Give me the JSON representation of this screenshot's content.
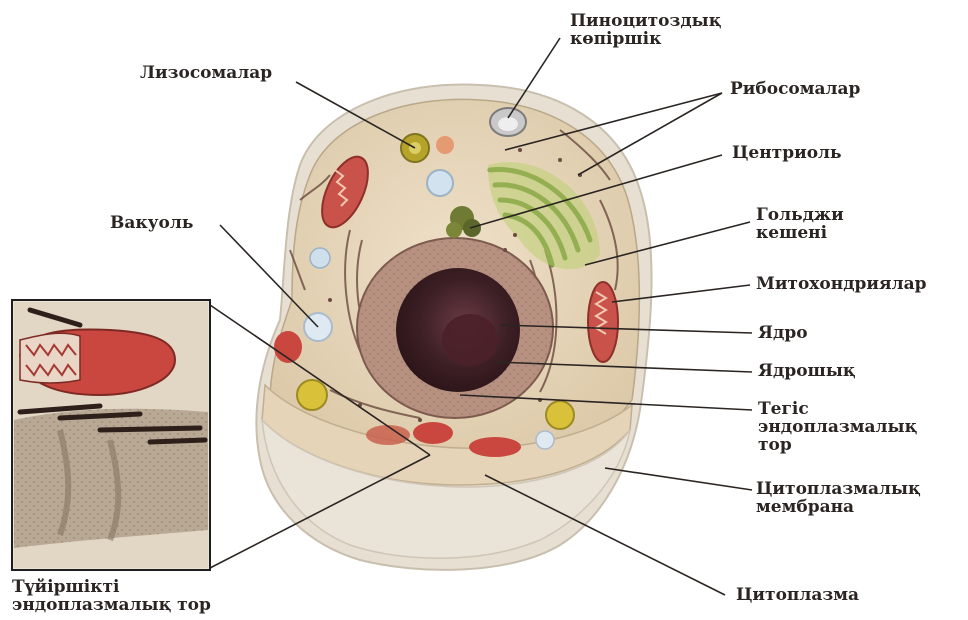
{
  "labels": {
    "pinocytosis": [
      "Пиноцитоздық",
      "көпіршік"
    ],
    "lysosomes": "Лизосомалар",
    "ribosomes": "Рибосомалар",
    "centriole": "Центриоль",
    "golgi": [
      "Гольджи",
      "кешені"
    ],
    "vacuole": "Вакуоль",
    "mitochondria": "Митохондриялар",
    "nucleus": "Ядро",
    "nucleolus": "Ядрошық",
    "smooth_er": [
      "Тегіс",
      "эндоплазмалық",
      "тор"
    ],
    "membrane": [
      "Цитоплазмалық",
      "мембрана"
    ],
    "rough_er": [
      "Түйіршікті",
      "эндоплазмалық тор"
    ],
    "cytoplasm": "Цитоплазма"
  }
}
